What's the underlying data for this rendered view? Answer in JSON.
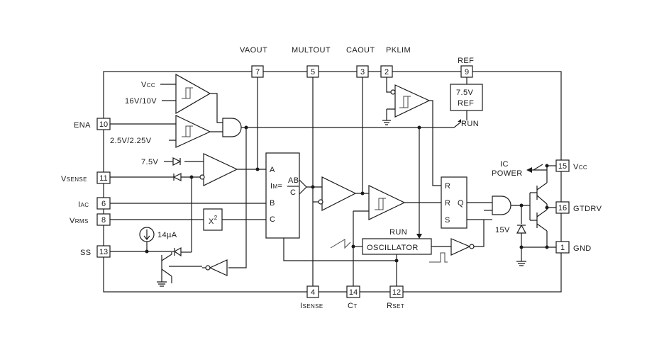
{
  "pins": {
    "p7": {
      "num": "7",
      "name": "VAOUT"
    },
    "p5": {
      "num": "5",
      "name": "MULTOUT"
    },
    "p3": {
      "num": "3",
      "name": "CAOUT"
    },
    "p2": {
      "num": "2",
      "name": "PKLIM"
    },
    "p9": {
      "num": "9",
      "name": "REF"
    },
    "p10": {
      "num": "10",
      "name": "ENA"
    },
    "p11": {
      "num": "11",
      "name_main": "V",
      "name_sub": "SENSE"
    },
    "p6": {
      "num": "6",
      "name_main": "I",
      "name_sub": "AC"
    },
    "p8": {
      "num": "8",
      "name_main": "V",
      "name_sub": "RMS"
    },
    "p13": {
      "num": "13",
      "name": "SS"
    },
    "p4": {
      "num": "4",
      "name_main": "I",
      "name_sub": "SENSE"
    },
    "p14": {
      "num": "14",
      "name_main": "C",
      "name_sub": "T"
    },
    "p12": {
      "num": "12",
      "name_main": "R",
      "name_sub": "SET"
    },
    "p15": {
      "num": "15",
      "name_main": "V",
      "name_sub": "CC"
    },
    "p16": {
      "num": "16",
      "name": "GTDRV"
    },
    "p1": {
      "num": "1",
      "name": "GND"
    }
  },
  "labels": {
    "vcc_main": "V",
    "vcc_sub": "CC",
    "uvlo": "16V/10V",
    "ena_th": "2.5V/2.25V",
    "clamp": "7.5V",
    "ref_line1": "7.5V",
    "ref_line2": "REF",
    "run_ref": "RUN",
    "run_osc": "RUN",
    "ic_power_1": "IC",
    "ic_power_2": "POWER",
    "zener": "15V",
    "current_source": "14µA",
    "square": "X",
    "square_exp": "2",
    "mult_formula_lhs": "I",
    "mult_formula_sub": "M",
    "mult_formula_eq": "=",
    "mult_formula_num": "AB",
    "mult_formula_den": "C",
    "mult_a": "A",
    "mult_b": "B",
    "mult_c": "C",
    "oscillator": "OSCILLATOR",
    "ff_r1": "R",
    "ff_r2": "R",
    "ff_s": "S",
    "ff_q": "Q"
  }
}
